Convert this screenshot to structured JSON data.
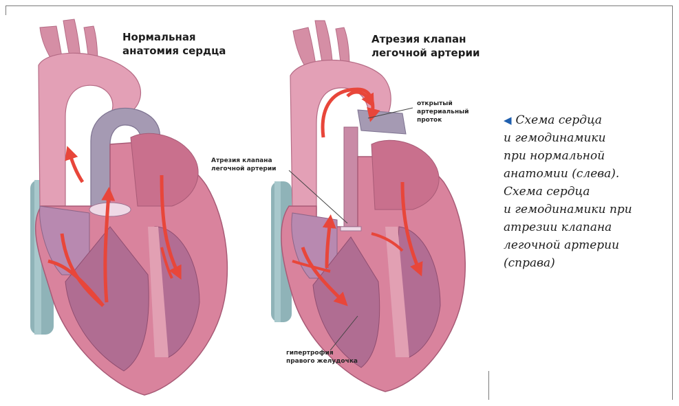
{
  "figure": {
    "left_title_line1": "Нормальная",
    "left_title_line2": "анатомия сердца",
    "right_title_line1": "Атрезия клапан",
    "right_title_line2": "легочной артерии",
    "label_duct_line1": "открытый",
    "label_duct_line2": "артериальный",
    "label_duct_line3": "проток",
    "label_atresia_line1": "Атрезия клапана",
    "label_atresia_line2": "легочной артерии",
    "label_hypertrophy_line1": "гипертрофия",
    "label_hypertrophy_line2": "правого желудочка"
  },
  "caption": {
    "marker_icon": "blue-left-triangle",
    "lines": [
      "Схема сердца",
      "и гемодинамики",
      "при нормальной",
      "анатомии (слева).",
      "Схема сердца",
      "и гемодинамики при",
      "атрезии клапана",
      "легочной артерии",
      "(справа)"
    ]
  },
  "colors": {
    "myocardium": "#d9839d",
    "myocardium_dark": "#b85f7d",
    "vessel_pink": "#e3a0b6",
    "vessel_purple": "#a59ab3",
    "vein_teal": "#8fb3b8",
    "blood_arrow": "#e8463a",
    "caption_marker": "#1f5fae"
  }
}
